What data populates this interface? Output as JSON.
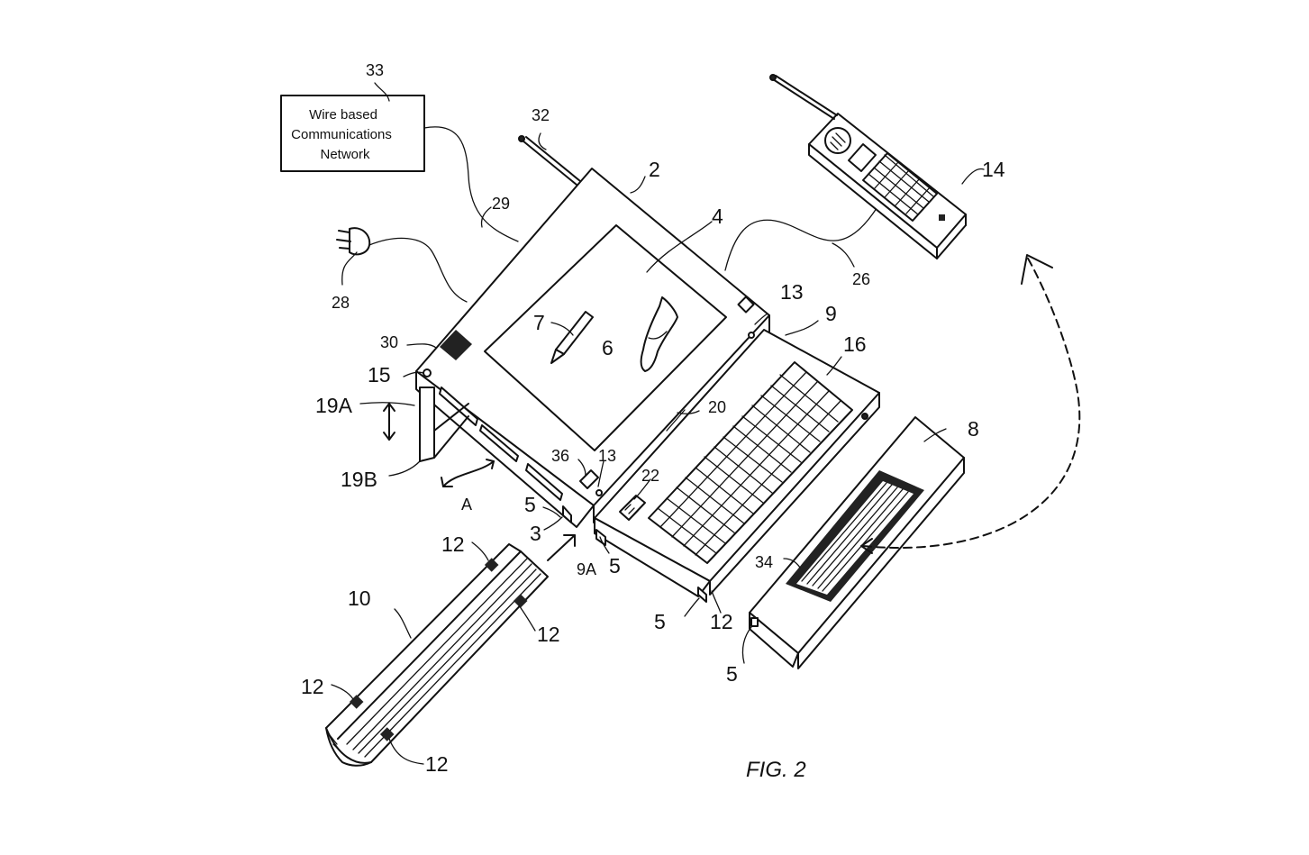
{
  "network_box": {
    "lines": [
      "Wire based",
      "Communications",
      "Network"
    ]
  },
  "figure_caption": "FIG. 2",
  "labels": {
    "n33": "33",
    "n32": "32",
    "n2": "2",
    "n29": "29",
    "n28": "28",
    "n4": "4",
    "n7": "7",
    "n6": "6",
    "n14": "14",
    "n26": "26",
    "n13a": "13",
    "n9": "9",
    "n16": "16",
    "n30": "30",
    "n15": "15",
    "n19A": "19A",
    "n19B": "19B",
    "nA": "A",
    "n20": "20",
    "n36": "36",
    "n13b": "13",
    "n22": "22",
    "n8": "8",
    "n5a": "5",
    "n3": "3",
    "n9A": "9A",
    "n5b": "5",
    "n12a": "12",
    "n10": "10",
    "n12b": "12",
    "n12c": "12",
    "n12d": "12",
    "n34": "34",
    "n5c": "5",
    "n12e": "12",
    "n5d": "5"
  }
}
